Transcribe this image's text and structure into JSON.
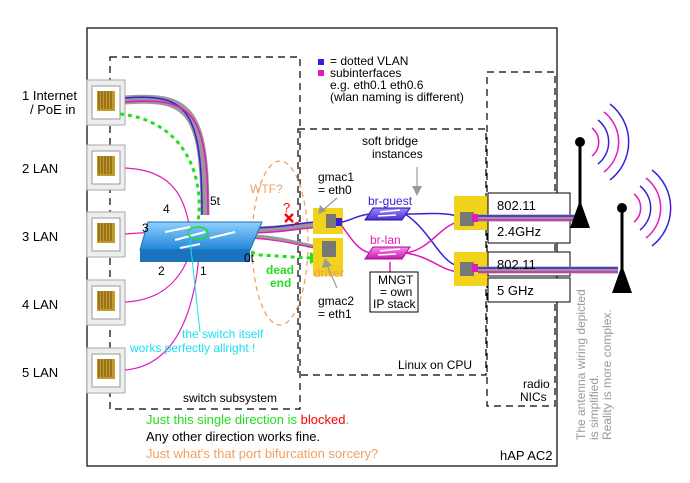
{
  "ports": [
    {
      "label_line1": "1 Internet",
      "label_line2": "/ PoE in"
    },
    {
      "label": "2 LAN"
    },
    {
      "label": "3 LAN"
    },
    {
      "label": "4 LAN"
    },
    {
      "label": "5 LAN"
    }
  ],
  "legend": {
    "line1": "= dotted VLAN",
    "line2": "subinterfaces",
    "line3": "e.g. eth0.1 eth0.6",
    "line4": "(wlan naming is different)",
    "blue_color": "#3a1fd6",
    "magenta_color": "#e01cb8"
  },
  "switch": {
    "port_4": "4",
    "port_5t": "5t",
    "port_3": "3",
    "port_2": "2",
    "port_1": "1",
    "port_0t": "0t",
    "note_line1": "the switch itself",
    "note_line2": "works perfectly allright !",
    "subsystem_label": "switch subsystem"
  },
  "annotations": {
    "wtf": "WTF?",
    "question": "?",
    "dead_end_line1": "dead",
    "dead_end_line2": "end",
    "driver": "driver"
  },
  "cpu": {
    "gmac1_line1": "gmac1",
    "gmac1_line2": "= eth0",
    "gmac2_line1": "gmac2",
    "gmac2_line2": "= eth1",
    "soft_bridge_line1": "soft bridge",
    "soft_bridge_line2": "instances",
    "br_guest": "br-guest",
    "br_lan": "br-lan",
    "mngt_line1": "MNGT",
    "mngt_line2": "= own",
    "mngt_line3": "IP stack",
    "label": "Linux on CPU"
  },
  "radio": {
    "nic1_top": "802.11",
    "nic1_bottom": "2.4GHz",
    "nic2_top": "802.11",
    "nic2_bottom": "5 GHz",
    "label_line1": "radio",
    "label_line2": "NICs",
    "side_note_line1": "The antenna wiring depicted",
    "side_note_line2": "is simplified.",
    "side_note_line3": "Reality is more complex."
  },
  "bottom_notes": {
    "line1_prefix": "Just this single direction is ",
    "line1_blocked": "blocked",
    "line1_suffix": ".",
    "line2": "Any other direction works fine.",
    "line3": "Just what's that port bifurcation sorcery?"
  },
  "device_label": "hAP AC2",
  "colors": {
    "green": "#22dd22",
    "red": "#ff0000",
    "cyan": "#19e0f0",
    "orange": "#f0a060",
    "yellow": "#f2d21a",
    "switch_blue": "#3aa6f2"
  }
}
